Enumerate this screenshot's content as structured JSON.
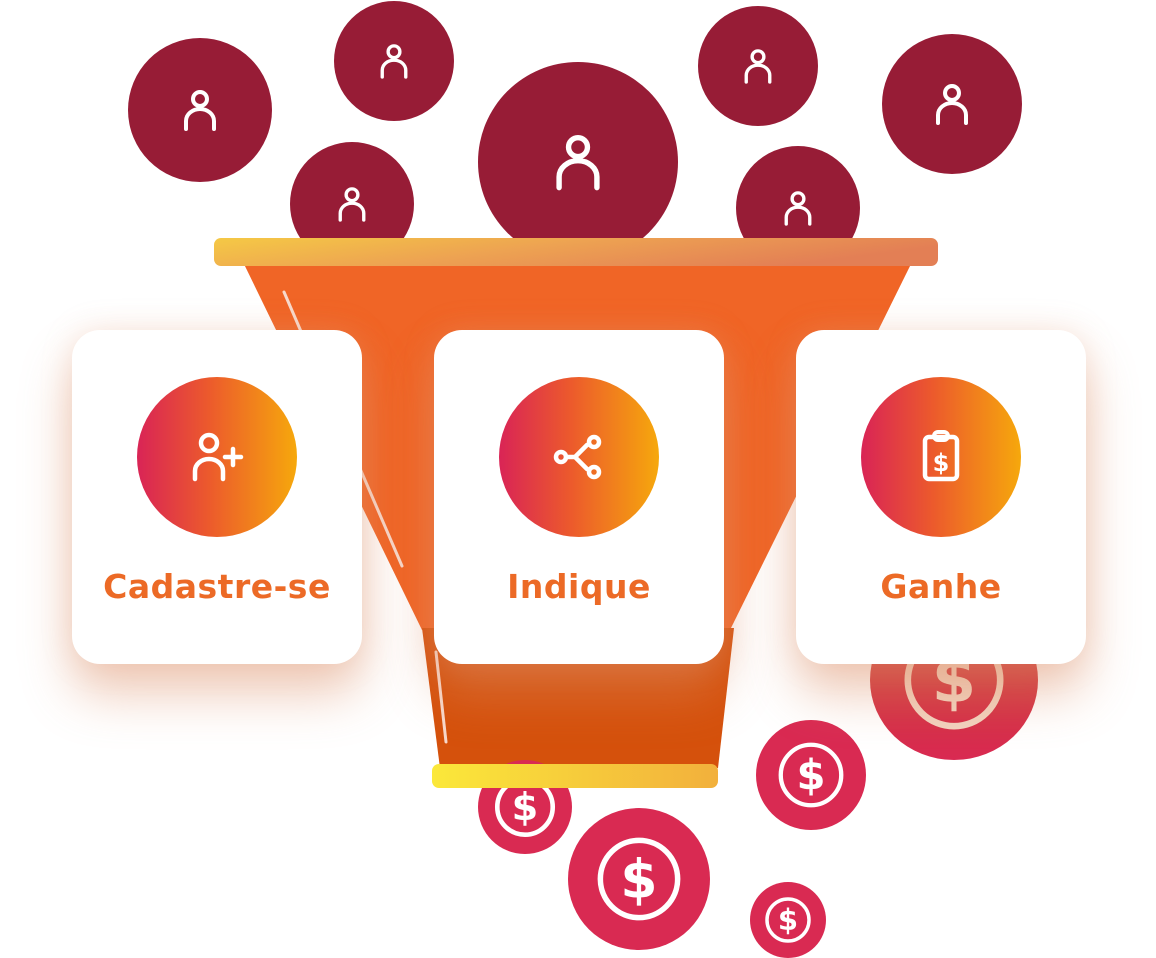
{
  "illustration": {
    "colors": {
      "person_circle": "#971c36",
      "coin": "#d92a52",
      "funnel_top": "#f06526",
      "funnel_bottom": "#d5510c",
      "accent_gradient_start": "#d92456",
      "accent_gradient_end": "#f6a80c",
      "label": "#ec6a26"
    },
    "steps": [
      {
        "label": "Cadastre-se",
        "icon": "user-plus-icon"
      },
      {
        "label": "Indique",
        "icon": "share-icon"
      },
      {
        "label": "Ganhe",
        "icon": "clipboard-dollar-icon"
      }
    ],
    "person_circles": 7,
    "dollar_coins": 5
  }
}
